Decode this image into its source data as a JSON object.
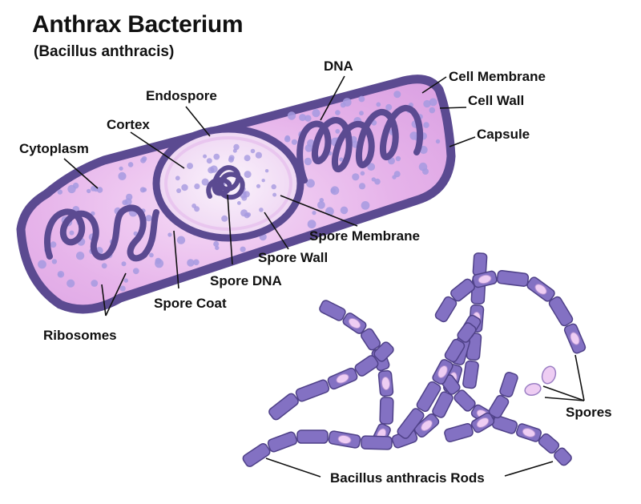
{
  "title": "Anthrax Bacterium",
  "subtitle": "(Bacillus anthracis)",
  "labels": {
    "dna": "DNA",
    "cell_membrane": "Cell Membrane",
    "cell_wall": "Cell Wall",
    "capsule": "Capsule",
    "endospore": "Endospore",
    "cortex": "Cortex",
    "cytoplasm": "Cytoplasm",
    "spore_membrane": "Spore Membrane",
    "spore_wall": "Spore Wall",
    "spore_dna": "Spore DNA",
    "spore_coat": "Spore Coat",
    "ribosomes": "Ribosomes",
    "spores": "Spores",
    "rods": "Bacillus anthracis Rods"
  },
  "colors": {
    "capsule": "#5b4a91",
    "cytoplasm": "#e8b9ec",
    "ribosome": "#a69ae0",
    "dna": "#5b4a91",
    "spore_interior": "#f3e4f8",
    "rod_fill": "#8371c3",
    "rod_stroke": "#4f4188",
    "spore_fill": "#eecdf3"
  }
}
